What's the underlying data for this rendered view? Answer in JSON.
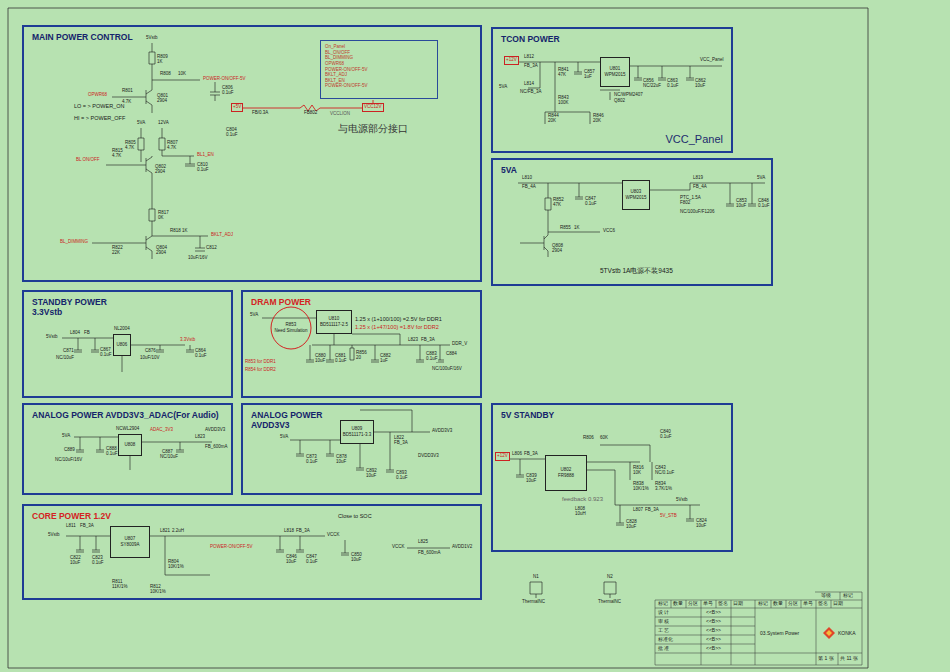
{
  "diagram": {
    "nodes": [
      {
        "text": [
          "MAIN POWER CONTROL"
        ]
      },
      {
        "text": [
          "On_Panel",
          "BL_ON/OFF",
          "BL_DIMMING",
          "OPWR68",
          "POWER-ON/OFF-5V",
          "BKLT_ADJ",
          "BKLT_EN",
          "POWER-ON/OFF-5V"
        ],
        "in": 0
      },
      {
        "text": [
          "TCON POWER",
          "VCC_Panel"
        ]
      },
      {
        "text": [
          "U801",
          "WPM2015"
        ],
        "in": 2
      },
      {
        "text": [
          "5VA"
        ]
      },
      {
        "text": [
          "U803",
          "WPM2015"
        ],
        "in": 4
      },
      {
        "text": [
          "STANDBY POWER",
          "3.3Vstb"
        ]
      },
      {
        "text": [
          "U806"
        ],
        "in": 6
      },
      {
        "text": [
          "DRAM POWER"
        ]
      },
      {
        "text": [
          "U810",
          "BD511117-2.5"
        ],
        "in": 8
      },
      {
        "text": [
          "R853",
          "Need Simulation"
        ],
        "in": 8
      },
      {
        "text": [
          "ANALOG POWER AVDD3V3_ADAC(For Audio)"
        ]
      },
      {
        "text": [
          "U808"
        ],
        "in": 11
      },
      {
        "text": [
          "ANALOG POWER",
          "AVDD3V3"
        ]
      },
      {
        "text": [
          "U809",
          "BD511171-3.3"
        ],
        "in": 13
      },
      {
        "text": [
          "5V STANDBY"
        ]
      },
      {
        "text": [
          "U802",
          "FR9888"
        ],
        "in": 15
      },
      {
        "text": [
          "CORE POWER 1.2V"
        ]
      },
      {
        "text": [
          "U807",
          "SY8009A"
        ],
        "in": 17
      }
    ],
    "labels": [
      "5Vstb",
      "R809",
      "1K",
      "R808",
      "10K",
      "POWER-ON/OFF-5V",
      "C806",
      "0.1uF",
      "OPWR68",
      "R801",
      "4.7K",
      "Q801",
      "2904",
      "LO = > POWER_ON",
      "HI = > POWER_OFF",
      "+5V",
      "FB/0.3A",
      "FB802",
      "C804",
      "0.1uF",
      "5VA",
      "12VA",
      "R805",
      "4.7K",
      "R807",
      "4.7K",
      "BL1_EN",
      "Q802",
      "2904",
      "R815",
      "4.7K",
      "BL ON/OFF",
      "C810",
      "0.1uF",
      "R817",
      "0K",
      "R818",
      "1K",
      "BKLT_ADJ",
      "BL_DIMMING",
      "R822",
      "22K",
      "Q804",
      "2904",
      "C812",
      "10uF/16V",
      "VCCLION",
      "VCC12V",
      "与电源部分接口",
      "+12V",
      "L812",
      "FB_3A",
      "L814",
      "NC/FB_3A",
      "5VA",
      "R841",
      "47K",
      "C857",
      "1uF",
      "R843",
      "100K",
      "NC/WPM2407",
      "Q802",
      "C856",
      "NC/22uF",
      "C863",
      "0.1uF",
      "C862",
      "10uF",
      "VCC_Panel",
      "R844",
      "20K",
      "R846",
      "20K",
      "L810",
      "FB_4A",
      "R852",
      "47K",
      "C847",
      "0.1uF",
      "L819",
      "FB_4A",
      "5VA",
      "PTC_1.5A",
      "F802",
      "NC/100uF/F1206",
      "C853",
      "10uF",
      "C848",
      "0.1uF",
      "Q808",
      "2904",
      "R855",
      "1K",
      "VCC6",
      "5TVstb 1A电源不装9435",
      "5Vstb",
      "L804",
      "FB",
      "C871",
      "NC/10uF",
      "C867",
      "0.1uF",
      "NL2004",
      "3.3Vstb",
      "C876",
      "10uF/10V",
      "C864",
      "0.1uF",
      "5VA",
      "R853 for DDR1",
      "R854 for DDR2",
      "1.25 x (1+100/100) =2.5V for DDR1",
      "1.25 x (1+47/100) =1.8V for DDR2",
      "C880",
      "10uF",
      "C881",
      "0.1uF",
      "R856",
      "20",
      "C882",
      "1uF",
      "L823",
      "FB_3A",
      "DDR_V",
      "C883",
      "0.1uF",
      "C884",
      "NC/100uF/16V",
      "5VA",
      "NCWL2904",
      "ADAC_3V3",
      "AVDD3V3",
      "L823",
      "FB_600mA",
      "C889",
      "NC/10uF/16V",
      "C888",
      "0.1uF",
      "C887",
      "NC/10uF",
      "5VA",
      "AVDD3V3",
      "L822",
      "FB_3A",
      "DVDD3V3",
      "C873",
      "0.1uF",
      "C878",
      "10uF",
      "C892",
      "10uF",
      "C893",
      "0.1uF",
      "+12V",
      "L806",
      "FB_3A",
      "R806",
      "60K",
      "C840",
      "0.1uF",
      "C839",
      "10uF",
      "R816",
      "10K",
      "C843",
      "NC/0.1uF",
      "R838",
      "10K/1%",
      "R834",
      "3.7K/1%",
      "feedback 0.923",
      "L808",
      "10uH",
      "5Vstb",
      "L807",
      "FB_3A",
      "5V_STB",
      "C824",
      "10uF",
      "C828",
      "10uF",
      "5Vstb",
      "L811",
      "FB_3A",
      "C822",
      "10uF",
      "C823",
      "0.1uF",
      "L821",
      "2.2uH",
      "R804",
      "10K/1%",
      "L818",
      "FB_3A",
      "VCCK",
      "POWER-ON/OFF-5V",
      "C846",
      "10uF",
      "C847",
      "0.1uF",
      "R811",
      "11K/1%",
      "R812",
      "10K/1%",
      "Close to SOC",
      "C850",
      "10uF",
      "VCCK",
      "L825",
      "FB_600mA",
      "AVDD1V2",
      "N1",
      "ThermalNC",
      "N2",
      "ThermalNC",
      "等级",
      "标记",
      "标记",
      "数量",
      "分区",
      "单号",
      "签名",
      "日期",
      "标记",
      "数量",
      "分区",
      "单号",
      "签名",
      "日期",
      "设 计",
      "<<B>>",
      "审 核",
      "<<B>>",
      "工 艺",
      "<<B>>",
      "标准化",
      "<<B>>",
      "批 准",
      "<<B>>",
      "03.System Power",
      "KONKA",
      "第 1 张",
      "共 11 张"
    ]
  }
}
